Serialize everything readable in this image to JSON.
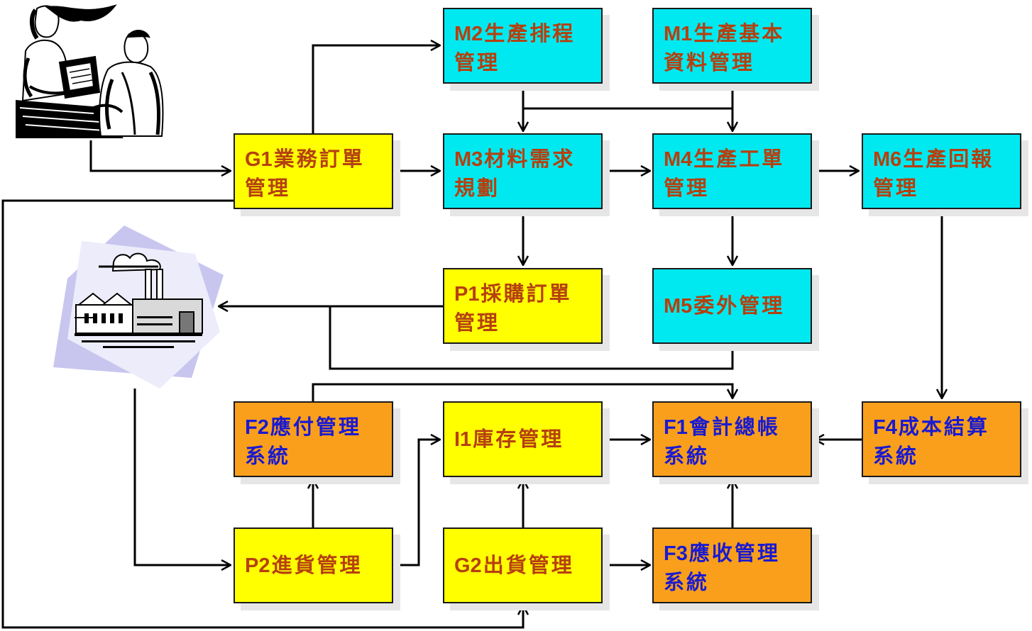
{
  "nodes": {
    "m2": {
      "code": "M2",
      "line1": "生產排程",
      "line2": "管理"
    },
    "m1": {
      "code": "M1",
      "line1": "生產基本",
      "line2": "資料管理"
    },
    "g1": {
      "code": "G1",
      "line1": "業務訂單",
      "line2": "管理"
    },
    "m3": {
      "code": "M3",
      "line1": "材料需求",
      "line2": "規劃"
    },
    "m4": {
      "code": "M4",
      "line1": "生產工單",
      "line2": "管理"
    },
    "m6": {
      "code": "M6",
      "line1": "生產回報",
      "line2": "管理"
    },
    "p1": {
      "code": "P1",
      "line1": "採購訂單",
      "line2": "管理"
    },
    "m5": {
      "code": "M5",
      "line1": "委外管理"
    },
    "f2": {
      "code": "F2",
      "line1": "應付管理",
      "line2": "系統"
    },
    "i1": {
      "code": "I1",
      "line1": "庫存管理"
    },
    "f1": {
      "code": "F1",
      "line1": "會計總帳",
      "line2": "系統"
    },
    "f4": {
      "code": "F4",
      "line1": "成本結算",
      "line2": "系統"
    },
    "p2": {
      "code": "P2",
      "line1": "進貨管理"
    },
    "g2": {
      "code": "G2",
      "line1": "出貨管理"
    },
    "f3": {
      "code": "F3",
      "line1": "應收管理",
      "line2": "系統"
    }
  },
  "colors": {
    "cyan": "#00e9f0",
    "yellow": "#ffff00",
    "orange": "#f99f1b",
    "text_red": "#b5400f",
    "text_blue": "#1a1ad0"
  },
  "icons": {
    "people": "business-meeting-clipart-icon",
    "factory": "factory-clipart-icon"
  }
}
